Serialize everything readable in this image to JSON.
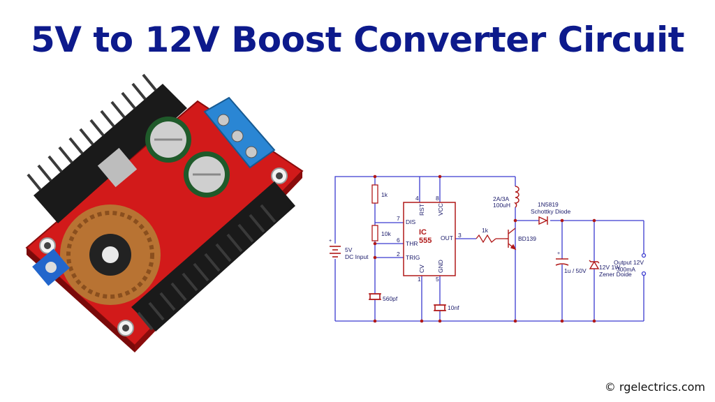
{
  "title": "5V to 12V Boost Converter Circuit",
  "credit": "© rgelectrics.com",
  "colors": {
    "title": "#0d1a8c",
    "wire": "#3a3ad0",
    "component": "#b01818",
    "node": "#b01818",
    "label": "#1a1a6a",
    "ic_name": "#b01818"
  },
  "schematic": {
    "ic_name_line1": "IC",
    "ic_name_line2": "555",
    "pins": {
      "dis_label": "DIS",
      "dis_num": "7",
      "thr_label": "THR",
      "thr_num": "6",
      "trig_label": "TRIG",
      "trig_num": "2",
      "rst_label": "RST",
      "rst_num": "4",
      "vcc_label": "VCC",
      "vcc_num": "8",
      "out_label": "OUT",
      "out_num": "3",
      "cv_label": "CV",
      "cv_num": "1",
      "gnd_label": "GND",
      "gnd_num": "5"
    },
    "components": {
      "r1": "1k",
      "r2": "10k",
      "c_timing": "560pf",
      "c_cv": "10nf",
      "r_base": "1k",
      "transistor": "BD139",
      "inductor_line1": "2A/3A",
      "inductor_line2": "100uH",
      "diode_line1": "1N5819",
      "diode_line2": "Schottky Diode",
      "cap_out": "1u / 50V",
      "zener_line1": "12V 1W",
      "zener_line2": "Zener Doide",
      "battery_line1": "5V",
      "battery_line2": "DC Input",
      "output_line1": "Output 12V",
      "output_line2": "300mA"
    }
  }
}
